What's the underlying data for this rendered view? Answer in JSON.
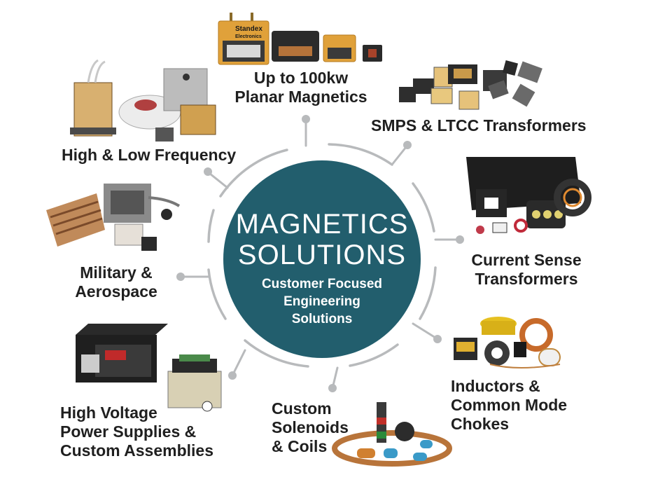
{
  "center": {
    "title_line1": "MAGNETICS",
    "title_line2": "SOLUTIONS",
    "subtitle_line1": "Customer Focused",
    "subtitle_line2": "Engineering",
    "subtitle_line3": "Solutions",
    "color": "#225e6d"
  },
  "categories": {
    "planar": {
      "line1": "Up to 100kw",
      "line2": "Planar Magnetics"
    },
    "smps": {
      "line1": "SMPS & LTCC Transformers"
    },
    "current_sense": {
      "line1": "Current Sense",
      "line2": "Transformers"
    },
    "inductors": {
      "line1": "Inductors &",
      "line2": "Common Mode",
      "line3": "Chokes"
    },
    "solenoids": {
      "line1": "Custom",
      "line2": "Solenoids",
      "line3": "& Coils"
    },
    "high_voltage": {
      "line1": "High Voltage",
      "line2": "Power Supplies &",
      "line3": "Custom Assemblies"
    },
    "military": {
      "line1": "Military &",
      "line2": "Aerospace"
    },
    "frequency": {
      "line1": "High & Low Frequency"
    }
  },
  "product_logo": {
    "line1": "Standex",
    "line2": "Electronics"
  },
  "ring_color": "#b4b6b8"
}
